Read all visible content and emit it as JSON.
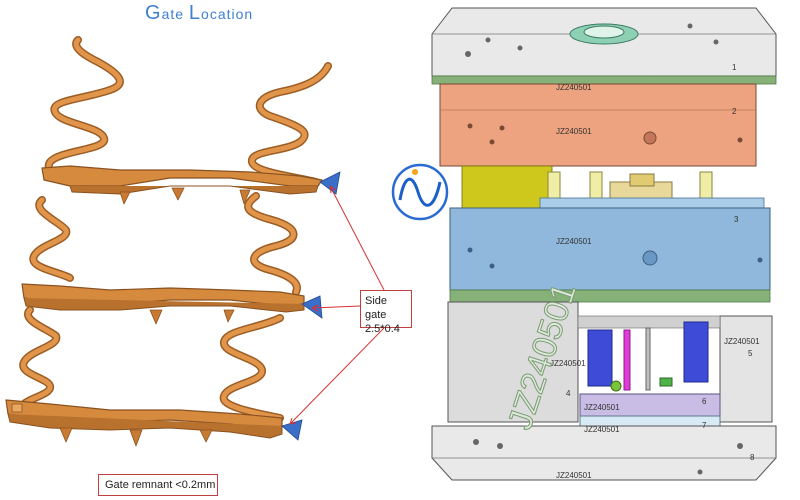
{
  "title": {
    "g": "G",
    "rest1": "ate ",
    "l": "L",
    "rest2": "ocation"
  },
  "callout": {
    "line1": "Side gate",
    "line2": "2.5*0.4"
  },
  "remnant": "Gate remnant <0.2mm",
  "mold": {
    "code": "JZ240501",
    "big_code": "JZ240501",
    "plates": [
      "1",
      "2",
      "3",
      "4",
      "5",
      "6",
      "7",
      "8"
    ]
  },
  "colors": {
    "part": "#d58a3e",
    "plate_top": "#e8e8e8",
    "plate_cavity": "#eda37f",
    "plate_core": "#8fb8dc",
    "green_strip": "#86b27a",
    "spring": "#3d4bd6",
    "gate_marker": "#3a6fc9",
    "callout_line": "#d83030"
  }
}
